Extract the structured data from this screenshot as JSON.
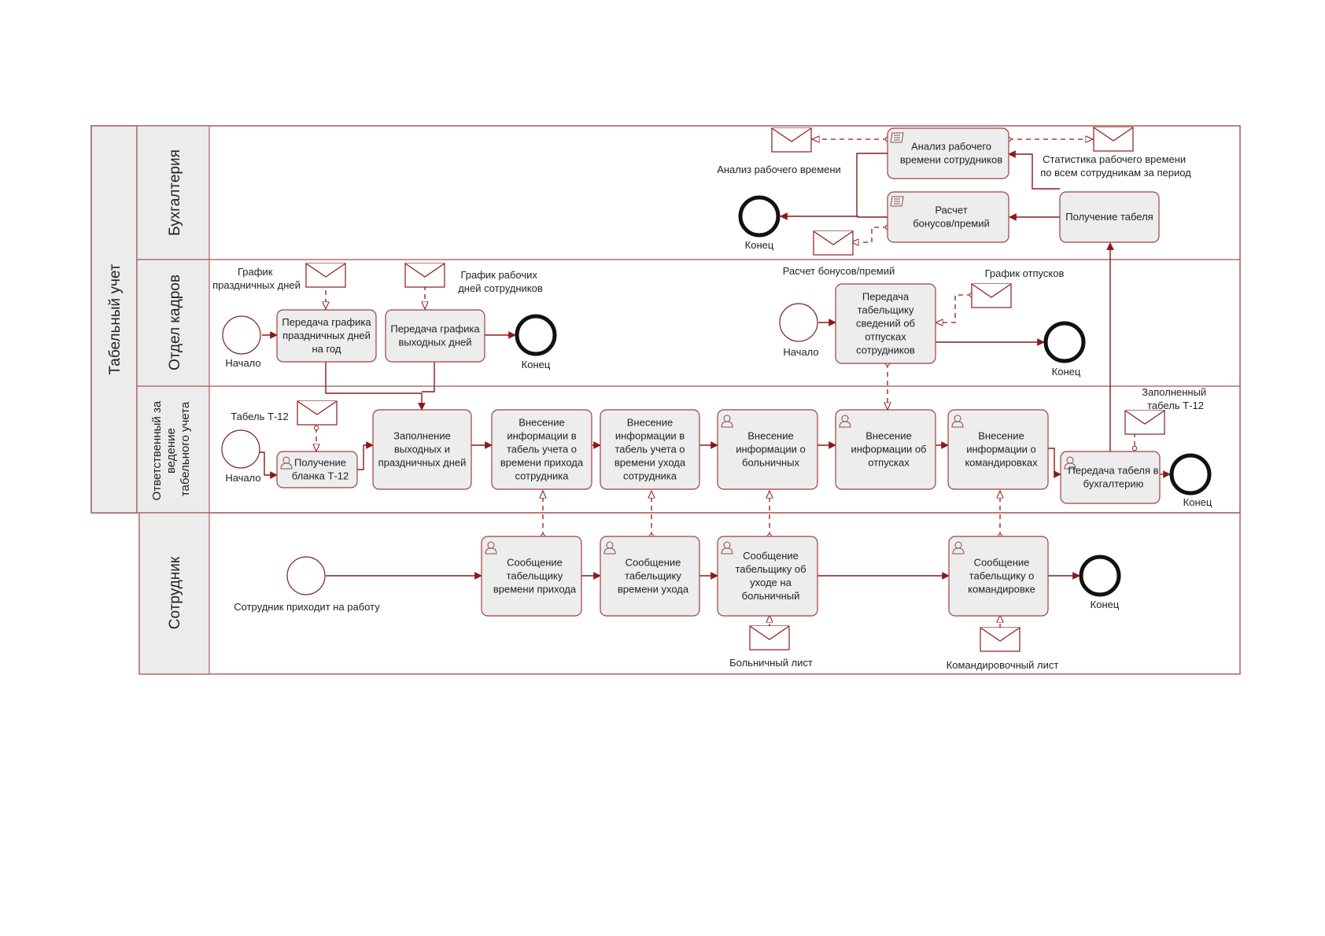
{
  "pool": {
    "title": "Табельный учет"
  },
  "lanes": {
    "accounting": "Бухгалтерия",
    "hr": "Отдел кадров",
    "timekeeper": "Ответственный за ведение табельного учета",
    "employee": "Сотрудник"
  },
  "tasks": {
    "t_analysis": "Анализ рабочего времени сотрудников",
    "t_bonus": "Расчет бонусов/премий",
    "t_receive_tabel": "Получение табеля",
    "t_holidays": "Передача графика праздничных дней на год",
    "t_weekends": "Передача графика выходных дней",
    "t_vacations": "Передача табельщику сведений об отпусках сотрудников",
    "t_get_form": "Получение бланка Т-12",
    "t_fill": "Заполнение выходных и праздничных дней",
    "t_arrival": "Внесение информации в табель учета о времени прихода сотрудника",
    "t_leave": "Внесение информации в табель учета о времени ухода сотрудника",
    "t_sick": "Внесение информации о больничных",
    "t_vac_info": "Внесение информации об отпусках",
    "t_trips": "Внесение информации о командировках",
    "t_send": "Передача табеля в бухгалтерию",
    "t_msg_arrival": "Сообщение табельщику времени прихода",
    "t_msg_leave": "Сообщение табельщику времени ухода",
    "t_msg_sick": "Сообщение табельщику об уходе на больничный",
    "t_msg_trip": "Сообщение табельщику о командировке"
  },
  "labels": {
    "l_msg_analysis": "Анализ рабочего времени",
    "l_msg_stats": "Статистика рабочего времени по всем сотрудникам за период",
    "l_end_acc": "Конец",
    "l_msg_holidays": "График праздничных дней",
    "l_msg_workdays": "График рабочих дней сотрудников",
    "l_start_hr1": "Начало",
    "l_end_hr1": "Конец",
    "l_msg_bonus": "Расчет бонусов/премий",
    "l_msg_vacations": "График отпусков",
    "l_start_hr2": "Начало",
    "l_end_hr2": "Конец",
    "l_msg_t12": "Табель Т-12",
    "l_start_tk": "Начало",
    "l_msg_filled": "Заполненный табель Т-12",
    "l_end_tk": "Конец",
    "l_start_emp": "Сотрудник приходит на работу",
    "l_end_emp": "Конец",
    "l_msg_sick": "Больничный лист",
    "l_msg_trip": "Командировочный лист"
  },
  "colors": {
    "line": "#8b1a1a",
    "border": "#a0403e",
    "task_fill": "#ededed",
    "lane_header": "#ececec"
  }
}
